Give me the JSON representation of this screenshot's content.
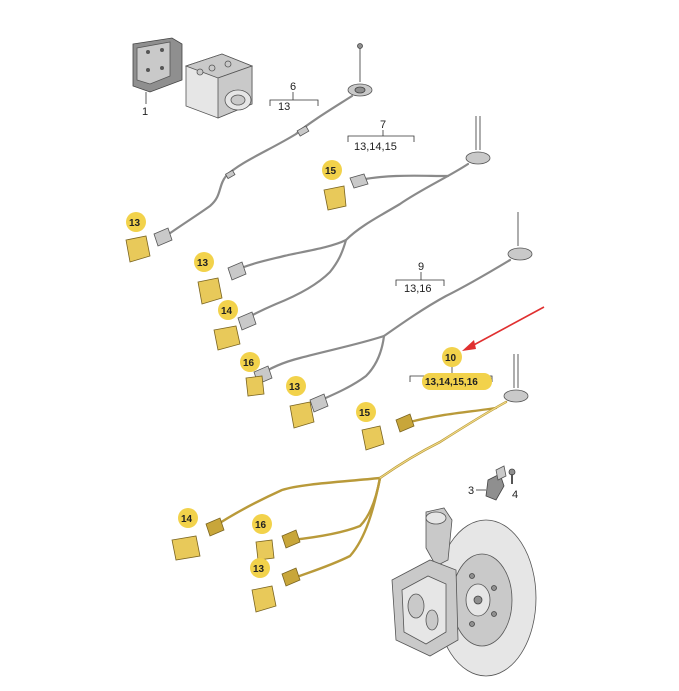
{
  "diagram": {
    "callouts": [
      {
        "id": "c1",
        "text": "1"
      },
      {
        "id": "c3",
        "text": "3"
      },
      {
        "id": "c4",
        "text": "4"
      },
      {
        "id": "c6",
        "text": "6",
        "sub": "13"
      },
      {
        "id": "c7",
        "text": "7",
        "sub": "13,14,15"
      },
      {
        "id": "c9",
        "text": "9",
        "sub": "13,16"
      },
      {
        "id": "c10",
        "text": "10",
        "sub": "13,14,15,16"
      }
    ],
    "badges": [
      {
        "id": "b13a",
        "text": "13"
      },
      {
        "id": "b15a",
        "text": "15"
      },
      {
        "id": "b13b",
        "text": "13"
      },
      {
        "id": "b14a",
        "text": "14"
      },
      {
        "id": "b16a",
        "text": "16"
      },
      {
        "id": "b13c",
        "text": "13"
      },
      {
        "id": "b15b",
        "text": "15"
      },
      {
        "id": "b14b",
        "text": "14"
      },
      {
        "id": "b16b",
        "text": "16"
      },
      {
        "id": "b13d",
        "text": "13"
      }
    ],
    "colors": {
      "badge": "#f2d24b",
      "arrow": "#e03030",
      "highlight_wire": "#d8b54a",
      "wire": "#8a8a8a"
    }
  }
}
